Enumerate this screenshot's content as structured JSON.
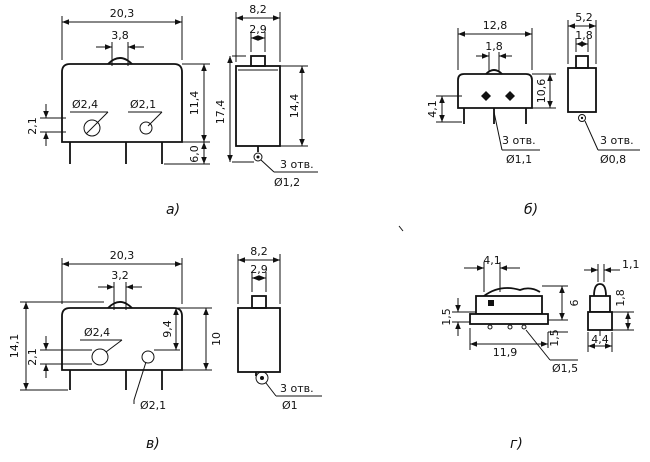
{
  "figure_a": {
    "caption": "а)",
    "width": "20,3",
    "pin_spacing": "3,8",
    "hole1_dia": "Ø2,4",
    "hole2_dia": "Ø2,1",
    "hole_offset": "2,1",
    "body_height": "11,4",
    "lead_length": "6,0",
    "side_width": "8,2",
    "side_inner": "2,9",
    "total_height": "17,4",
    "side_height": "14,4",
    "holes_note": "3 отв.",
    "lead_hole_dia": "Ø1,2"
  },
  "figure_b": {
    "caption": "б)",
    "width": "12,8",
    "pin_spacing": "1,8",
    "hole_offset": "4,1",
    "height": "10,6",
    "holes_note_front": "3 отв.",
    "hole_dia_front": "Ø1,1",
    "side_width": "5,2",
    "side_inner": "1,8",
    "holes_note_side": "3 отв.",
    "hole_dia_side": "Ø0,8"
  },
  "figure_v": {
    "caption": "в)",
    "width": "20,3",
    "pin_spacing": "3,2",
    "hole1_dia": "Ø2,4",
    "total_height": "14,1",
    "hole_offset": "2,1",
    "inner_height": "9,4",
    "body_height": "10",
    "hole2_dia": "Ø2,1",
    "side_width": "8,2",
    "side_inner": "2,9",
    "holes_note": "3 отв.",
    "lead_hole_dia": "Ø1"
  },
  "figure_g": {
    "caption": "г)",
    "pin_spacing": "4,1",
    "left_offset": "1,5",
    "height": "6",
    "lead_offset": "1,5",
    "width": "11,9",
    "hole_dia": "Ø1,5",
    "side_top": "1,1",
    "side_height": "1,8",
    "side_width": "4,4"
  }
}
